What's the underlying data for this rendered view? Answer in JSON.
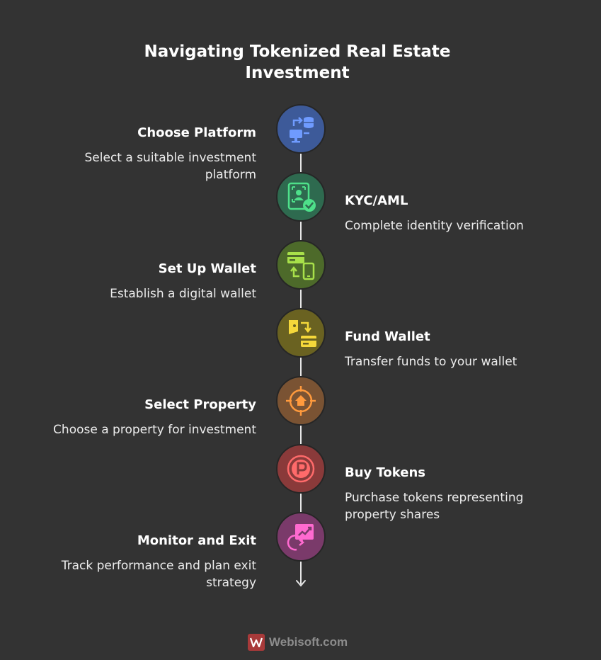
{
  "title": "Navigating Tokenized Real Estate Investment",
  "steps": [
    {
      "title": "Choose Platform",
      "description": "Select a suitable investment platform",
      "icon": "platform-transfer-icon",
      "color": "#3d5a99",
      "accent": "#6f9bff"
    },
    {
      "title": "KYC/AML",
      "description": "Complete identity verification",
      "icon": "identity-verification-icon",
      "color": "#2e6a4f",
      "accent": "#4ee08a"
    },
    {
      "title": "Set Up Wallet",
      "description": "Establish a digital wallet",
      "icon": "wallet-device-icon",
      "color": "#4d6a2a",
      "accent": "#a8e04a"
    },
    {
      "title": "Fund Wallet",
      "description": "Transfer funds to your wallet",
      "icon": "fund-transfer-icon",
      "color": "#6a6221",
      "accent": "#f5d83a"
    },
    {
      "title": "Select Property",
      "description": "Choose a property for investment",
      "icon": "property-target-icon",
      "color": "#7a5333",
      "accent": "#ff9a3d"
    },
    {
      "title": "Buy Tokens",
      "description": "Purchase tokens representing property shares",
      "icon": "token-coin-icon",
      "color": "#8a3a3a",
      "accent": "#ff6a6a"
    },
    {
      "title": "Monitor and Exit",
      "description": "Track performance and plan exit strategy",
      "icon": "monitor-exit-icon",
      "color": "#7a3a6a",
      "accent": "#ff6ad0"
    }
  ],
  "footer": {
    "brand": "Webisoft.com"
  }
}
